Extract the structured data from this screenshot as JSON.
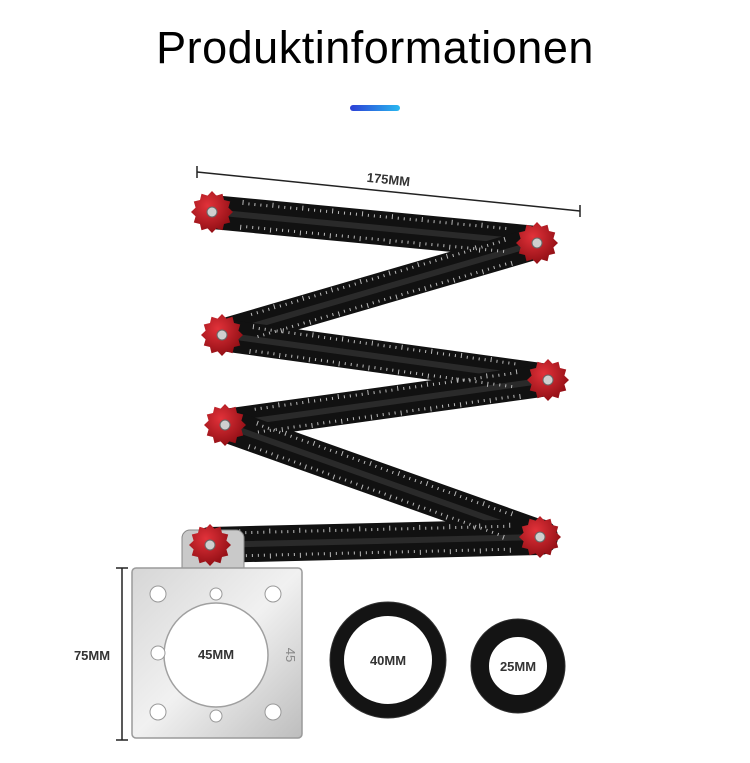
{
  "header": {
    "title": "Produktinformationen",
    "accent_colors": [
      "#2c3fd6",
      "#29b8f0"
    ]
  },
  "product": {
    "dimension_top": "175MM",
    "dimension_left": "75MM",
    "plate_hole": "45MM",
    "plate_mark": "45",
    "ring_large": "40MM",
    "ring_small": "25MM",
    "knob_color": "#c0141b",
    "arm_color": "#111111"
  }
}
